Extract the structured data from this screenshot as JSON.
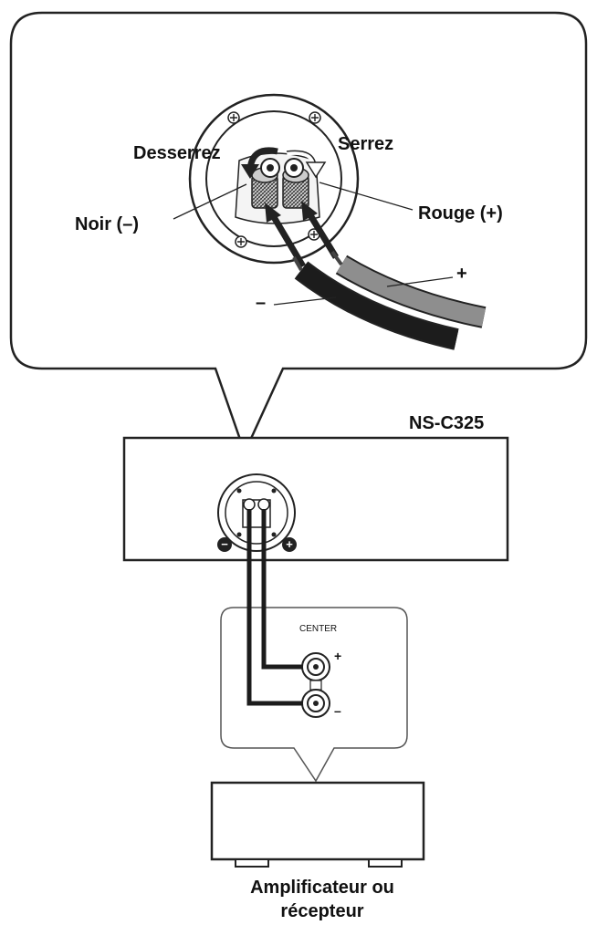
{
  "zoom_callout": {
    "loosen_label": "Desserrez",
    "tighten_label": "Serrez",
    "black_label": "Noir (–)",
    "red_label": "Rouge (+)",
    "plus_label": "+",
    "minus_label": "–"
  },
  "speaker": {
    "model_label": "NS-C325",
    "minus_symbol": "−",
    "plus_symbol": "+"
  },
  "amp_panel": {
    "channel_label": "CENTER",
    "plus_label": "+",
    "minus_label": "–"
  },
  "amplifier": {
    "label_line1": "Amplificateur ou",
    "label_line2": "récepteur"
  },
  "colors": {
    "red_wire": "#8e8e8e",
    "black_wire": "#1c1c1c",
    "outline": "#222222"
  }
}
